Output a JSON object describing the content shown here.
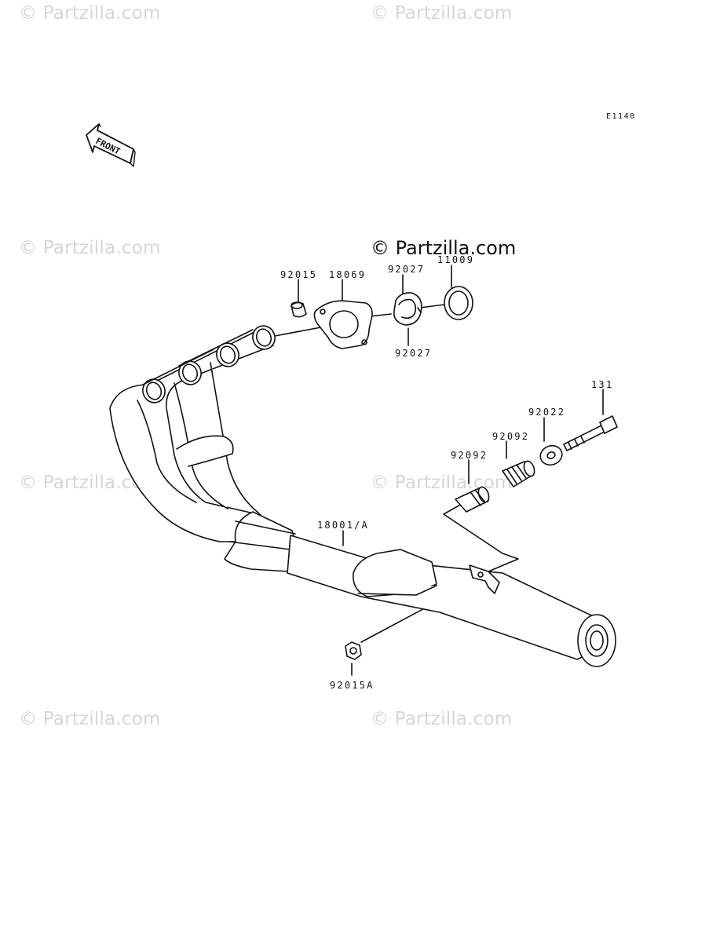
{
  "watermarks": {
    "repeat_text": "© Partzilla.com",
    "main_text": "© Partzilla.com"
  },
  "diagram": {
    "code": "E1140",
    "front_label": "FRONT"
  },
  "parts": {
    "p92015": "92015",
    "p18069": "18069",
    "p92027_top": "92027",
    "p11009": "11009",
    "p92027_bottom": "92027",
    "p131": "131",
    "p92022": "92022",
    "p92092_upper": "92092",
    "p92092_lower": "92092",
    "p18001A": "18001/A",
    "p92015A": "92015A"
  }
}
